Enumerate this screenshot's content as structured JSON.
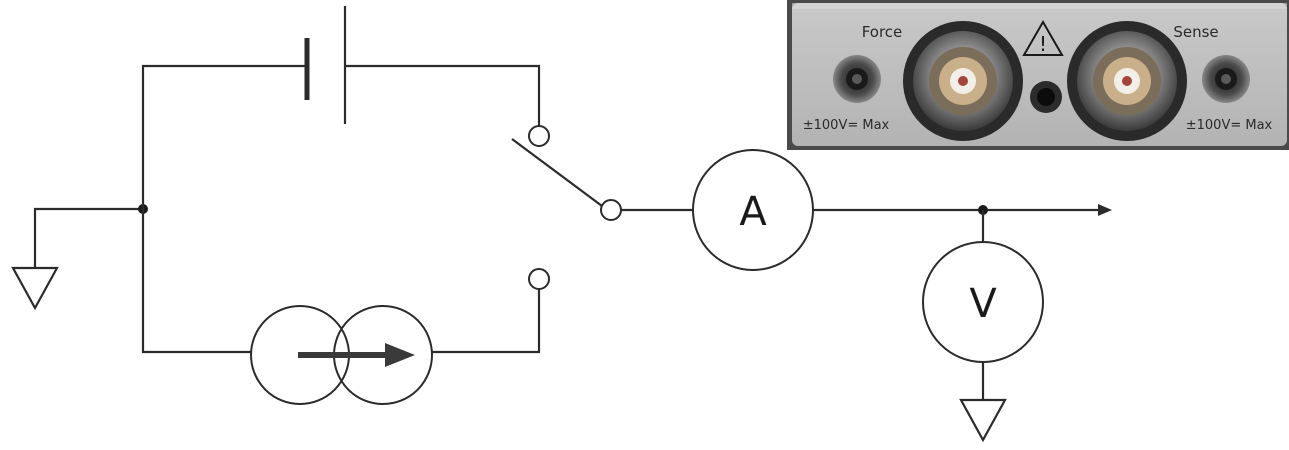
{
  "circuit": {
    "ammeter_symbol": "A",
    "voltmeter_symbol": "V"
  },
  "panel_photo": {
    "force_label": "Force",
    "sense_label": "Sense",
    "force_rating": "±100V= Max",
    "sense_rating": "±100V= Max",
    "warning_glyph": "!"
  }
}
